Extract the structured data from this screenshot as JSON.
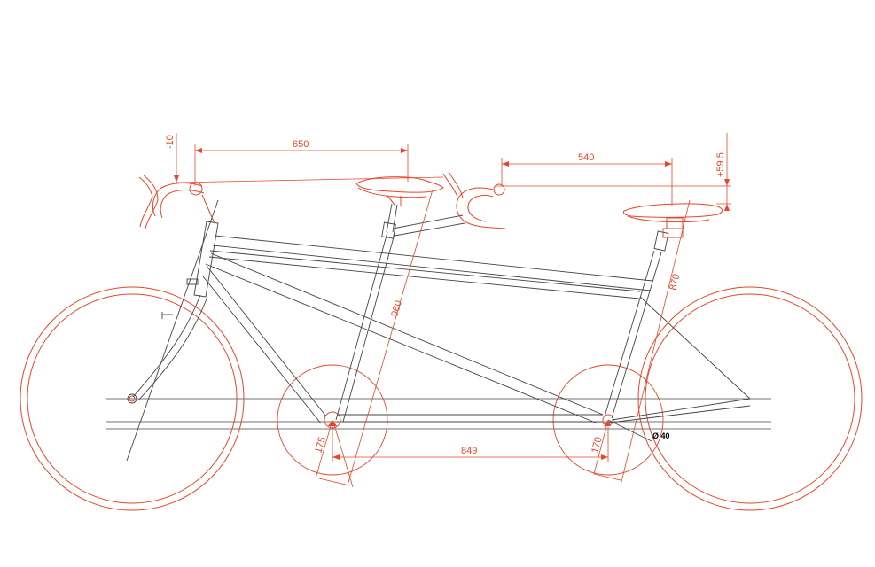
{
  "colors": {
    "dimension": "#e8462a",
    "frame": "#444444",
    "background": "#ffffff"
  },
  "dimensions": {
    "handlebar_offset": "-10",
    "front_bar_to_saddle": "650",
    "stoker_bar_to_saddle": "540",
    "rear_saddle_height_offset": "+59.5",
    "front_seat_tube": "960",
    "rear_seat_tube": "870",
    "front_crank": "175",
    "rear_crank": "170",
    "bottom_bracket_spacing": "849",
    "bb_diameter": "Ø 40"
  }
}
